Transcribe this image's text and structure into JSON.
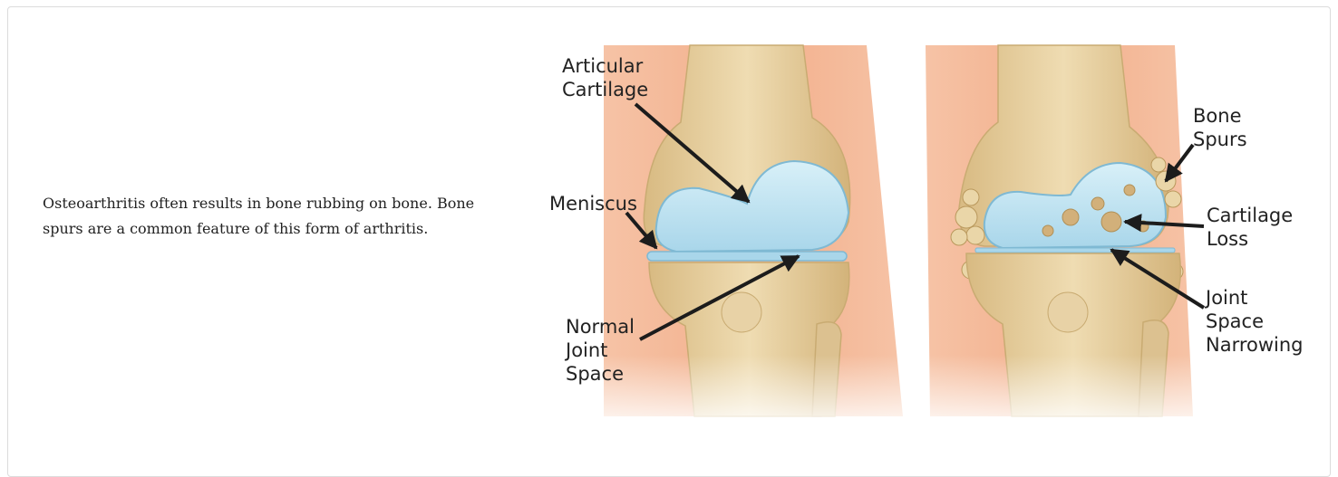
{
  "caption": "Osteoarthritis often results in bone rubbing on bone. Bone spurs are a common feature of this form of arthritis.",
  "colors": {
    "skin": "#f2b08e",
    "bone": "#e9d3a4",
    "bone_shadow": "#c9ab72",
    "cartilage": "#bfe3f0",
    "cartilage_edge": "#7fb9d3",
    "arrow": "#1c1c1c"
  },
  "labels": {
    "articular_cartilage": [
      "Articular",
      "Cartilage"
    ],
    "meniscus": "Meniscus",
    "normal_joint_space": [
      "Normal",
      "Joint",
      "Space"
    ],
    "bone_spurs": [
      "Bone",
      "Spurs"
    ],
    "cartilage_loss": [
      "Cartilage",
      "Loss"
    ],
    "joint_space_narrowing": [
      "Joint",
      "Space",
      "Narrowing"
    ]
  }
}
